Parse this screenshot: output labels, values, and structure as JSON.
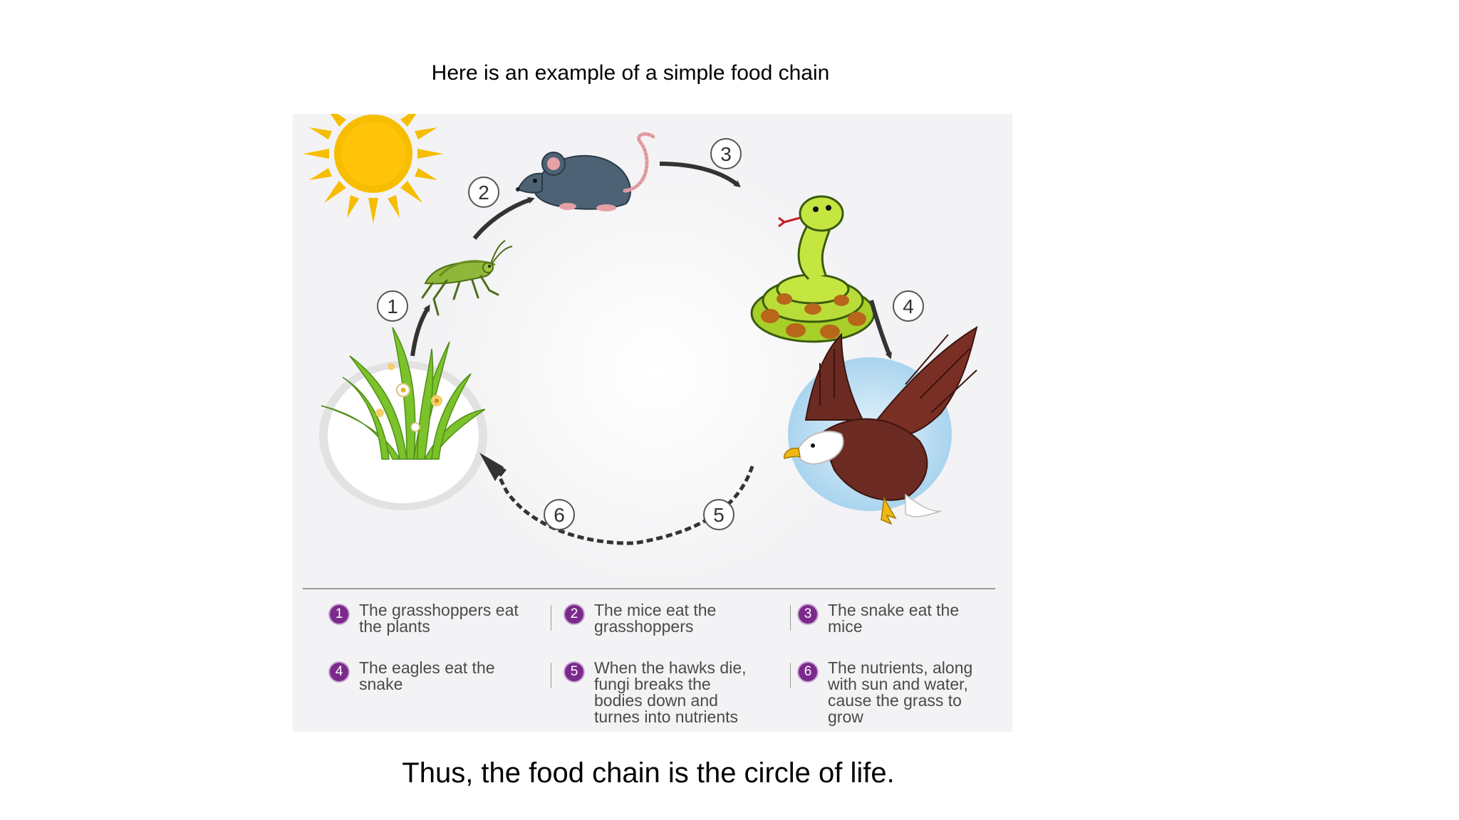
{
  "intro_text": "Here is an example of a simple food chain",
  "outro_text": "Thus, the food chain is the circle of life.",
  "diagram": {
    "step_markers": [
      "1",
      "2",
      "3",
      "4",
      "5",
      "6"
    ],
    "organisms": [
      "sun",
      "grass",
      "grasshopper",
      "mouse",
      "snake",
      "eagle"
    ],
    "colors": {
      "arrow": "#333333",
      "badge": "#7b2a8c",
      "sun": "#f7bd00",
      "panel": "#f3f3f5"
    }
  },
  "legend": [
    {
      "number": "1",
      "text": "The grasshoppers eat the plants"
    },
    {
      "number": "2",
      "text": "The mice eat the grasshoppers"
    },
    {
      "number": "3",
      "text": "The snake eat the mice"
    },
    {
      "number": "4",
      "text": "The eagles eat the snake"
    },
    {
      "number": "5",
      "text": "When the hawks die, fungi breaks the bodies down and turnes into nutrients"
    },
    {
      "number": "6",
      "text": "The nutrients, along with sun and water, cause the grass to grow"
    }
  ]
}
